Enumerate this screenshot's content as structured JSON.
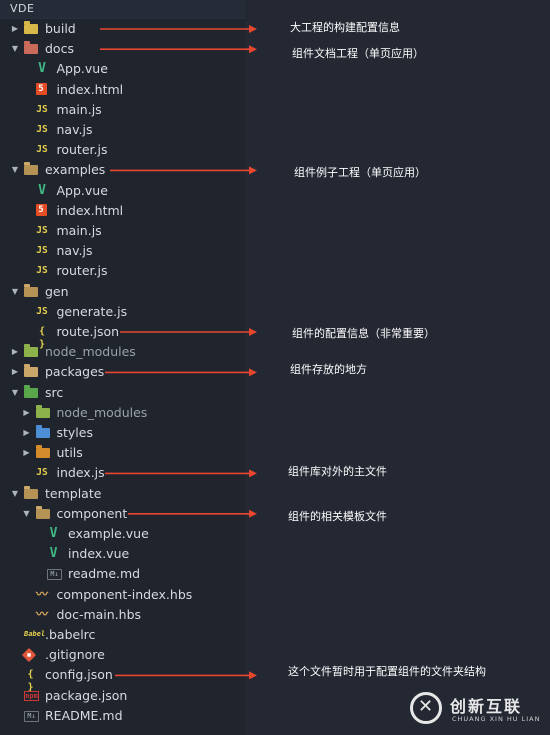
{
  "panel": {
    "title": "VDE"
  },
  "tree": [
    {
      "label": "build",
      "depth": 0,
      "twisty": "closed",
      "icon": "folder-build-icon",
      "type": "folder build"
    },
    {
      "label": "docs",
      "depth": 0,
      "twisty": "open",
      "icon": "folder-docs-icon",
      "type": "folder docs"
    },
    {
      "label": "App.vue",
      "depth": 1,
      "icon": "vue-file-icon",
      "type": "vue",
      "glyph": "V"
    },
    {
      "label": "index.html",
      "depth": 1,
      "icon": "html5-file-icon",
      "type": "html",
      "glyph": "5"
    },
    {
      "label": "main.js",
      "depth": 1,
      "icon": "js-file-icon",
      "type": "js",
      "glyph": "JS"
    },
    {
      "label": "nav.js",
      "depth": 1,
      "icon": "js-file-icon",
      "type": "js",
      "glyph": "JS"
    },
    {
      "label": "router.js",
      "depth": 1,
      "icon": "js-file-icon",
      "type": "js",
      "glyph": "JS"
    },
    {
      "label": "examples",
      "depth": 0,
      "twisty": "open",
      "icon": "folder-open-icon",
      "type": "folder open"
    },
    {
      "label": "App.vue",
      "depth": 1,
      "icon": "vue-file-icon",
      "type": "vue",
      "glyph": "V"
    },
    {
      "label": "index.html",
      "depth": 1,
      "icon": "html5-file-icon",
      "type": "html",
      "glyph": "5"
    },
    {
      "label": "main.js",
      "depth": 1,
      "icon": "js-file-icon",
      "type": "js",
      "glyph": "JS"
    },
    {
      "label": "nav.js",
      "depth": 1,
      "icon": "js-file-icon",
      "type": "js",
      "glyph": "JS"
    },
    {
      "label": "router.js",
      "depth": 1,
      "icon": "js-file-icon",
      "type": "js",
      "glyph": "JS"
    },
    {
      "label": "gen",
      "depth": 0,
      "twisty": "open",
      "icon": "folder-open-icon",
      "type": "folder open"
    },
    {
      "label": "generate.js",
      "depth": 1,
      "icon": "js-file-icon",
      "type": "js",
      "glyph": "JS"
    },
    {
      "label": "route.json",
      "depth": 1,
      "icon": "json-file-icon",
      "type": "json",
      "glyph": "{ }"
    },
    {
      "label": "node_modules",
      "depth": 0,
      "twisty": "closed",
      "icon": "folder-node-modules-icon",
      "type": "folder npm",
      "dim": true
    },
    {
      "label": "packages",
      "depth": 0,
      "twisty": "closed",
      "icon": "folder-icon",
      "type": "folder"
    },
    {
      "label": "src",
      "depth": 0,
      "twisty": "open",
      "icon": "folder-src-icon",
      "type": "folder src"
    },
    {
      "label": "node_modules",
      "depth": 1,
      "twisty": "closed",
      "icon": "folder-node-modules-icon",
      "type": "folder npm",
      "dim": true
    },
    {
      "label": "styles",
      "depth": 1,
      "twisty": "closed",
      "icon": "folder-styles-icon",
      "type": "folder styles"
    },
    {
      "label": "utils",
      "depth": 1,
      "twisty": "closed",
      "icon": "folder-utils-icon",
      "type": "folder utils"
    },
    {
      "label": "index.js",
      "depth": 1,
      "icon": "js-file-icon",
      "type": "js",
      "glyph": "JS"
    },
    {
      "label": "template",
      "depth": 0,
      "twisty": "open",
      "icon": "folder-open-icon",
      "type": "folder open"
    },
    {
      "label": "component",
      "depth": 1,
      "twisty": "open",
      "icon": "folder-open-icon",
      "type": "folder open"
    },
    {
      "label": "example.vue",
      "depth": 2,
      "icon": "vue-file-icon",
      "type": "vue",
      "glyph": "V"
    },
    {
      "label": "index.vue",
      "depth": 2,
      "icon": "vue-file-icon",
      "type": "vue",
      "glyph": "V"
    },
    {
      "label": "readme.md",
      "depth": 2,
      "icon": "markdown-file-icon",
      "type": "md",
      "glyph": "M↓"
    },
    {
      "label": "component-index.hbs",
      "depth": 1,
      "icon": "handlebars-file-icon",
      "type": "hbs",
      "glyph": "〰"
    },
    {
      "label": "doc-main.hbs",
      "depth": 1,
      "icon": "handlebars-file-icon",
      "type": "hbs",
      "glyph": "〰"
    },
    {
      "label": ".babelrc",
      "depth": 0,
      "icon": "babel-file-icon",
      "type": "babel",
      "glyph": "Babel"
    },
    {
      "label": ".gitignore",
      "depth": 0,
      "icon": "git-file-icon",
      "type": "git",
      "glyph": "◆"
    },
    {
      "label": "config.json",
      "depth": 0,
      "icon": "json-file-icon",
      "type": "json",
      "glyph": "{ }"
    },
    {
      "label": "package.json",
      "depth": 0,
      "icon": "npm-package-icon",
      "type": "pkg",
      "glyph": "npm"
    },
    {
      "label": "README.md",
      "depth": 0,
      "icon": "markdown-file-icon",
      "type": "md",
      "glyph": "M↓"
    }
  ],
  "annotations": [
    {
      "text": "大工程的构建配置信息",
      "row": 0
    },
    {
      "text": "组件文档工程（单页应用）",
      "row": 1
    },
    {
      "text": "组件例子工程（单页应用）",
      "row": 7
    },
    {
      "text": "组件的配置信息（非常重要）",
      "row": 15
    },
    {
      "text": "组件存放的地方",
      "row": 17
    },
    {
      "text": "组件库对外的主文件",
      "row": 22
    },
    {
      "text": "组件的相关模板文件",
      "row": 24
    },
    {
      "text": "这个文件暂时用于配置组件的文件夹结构",
      "row": 32
    }
  ],
  "colors": {
    "arrow": "#e8462f",
    "annotation_text": "#ffffff",
    "sidebar_bg": "#1f242d",
    "page_bg": "#232833"
  },
  "watermark": {
    "cn": "创新互联",
    "en": "CHUANG XIN HU LIAN"
  }
}
